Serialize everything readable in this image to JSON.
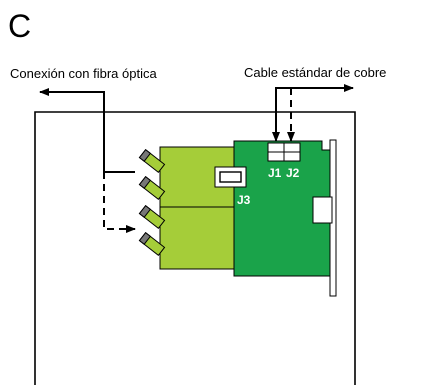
{
  "panel_letter": "C",
  "labels": {
    "fiber": "Conexión con fibra óptica",
    "copper": "Cable estándar de cobre",
    "j1": "J1",
    "j2": "J2",
    "j3": "J3"
  },
  "colors": {
    "light_green_board": "#a5cd39",
    "dark_green_board": "#1aa34a",
    "chassis_outline": "#000000",
    "connector_fill": "#ffffff",
    "bracket_fill": "#ffffff"
  }
}
